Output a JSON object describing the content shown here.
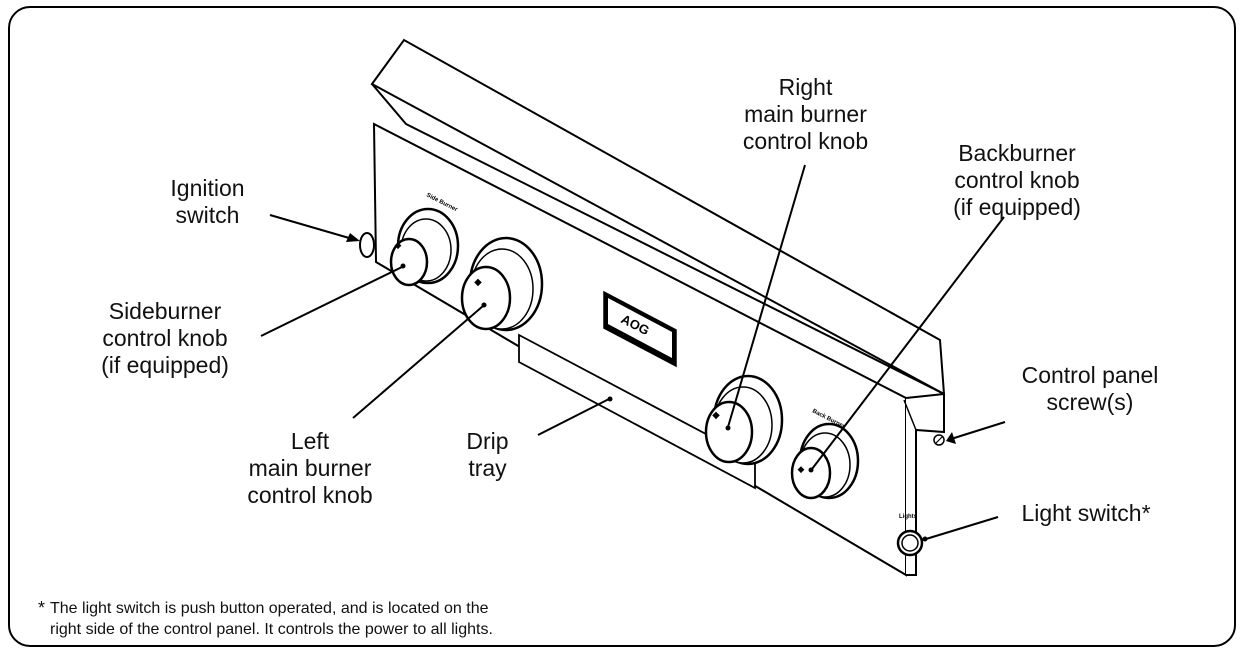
{
  "diagram": {
    "callouts": {
      "ignition": [
        "Ignition",
        "switch"
      ],
      "sideburner": [
        "Sideburner",
        "control knob",
        "(if equipped)"
      ],
      "left_main": [
        "Left",
        "main burner",
        "control knob"
      ],
      "drip_tray": [
        "Drip",
        "tray"
      ],
      "right_main": [
        "Right",
        "main burner",
        "control knob"
      ],
      "backburner": [
        "Backburner",
        "control knob",
        "(if equipped)"
      ],
      "control_panel_screw": [
        "Control panel",
        "screw(s)"
      ],
      "light_switch": [
        "Light switch*"
      ]
    },
    "panel_labels": {
      "logo": "AOG",
      "side_burner": "Side Burner",
      "back_burner": "Back Burner",
      "lights": "Lights"
    },
    "footnote": {
      "marker": "*",
      "lines": [
        "The light switch is push button operated, and is located on the",
        "right side of the control panel. It controls the power to all lights."
      ]
    }
  }
}
